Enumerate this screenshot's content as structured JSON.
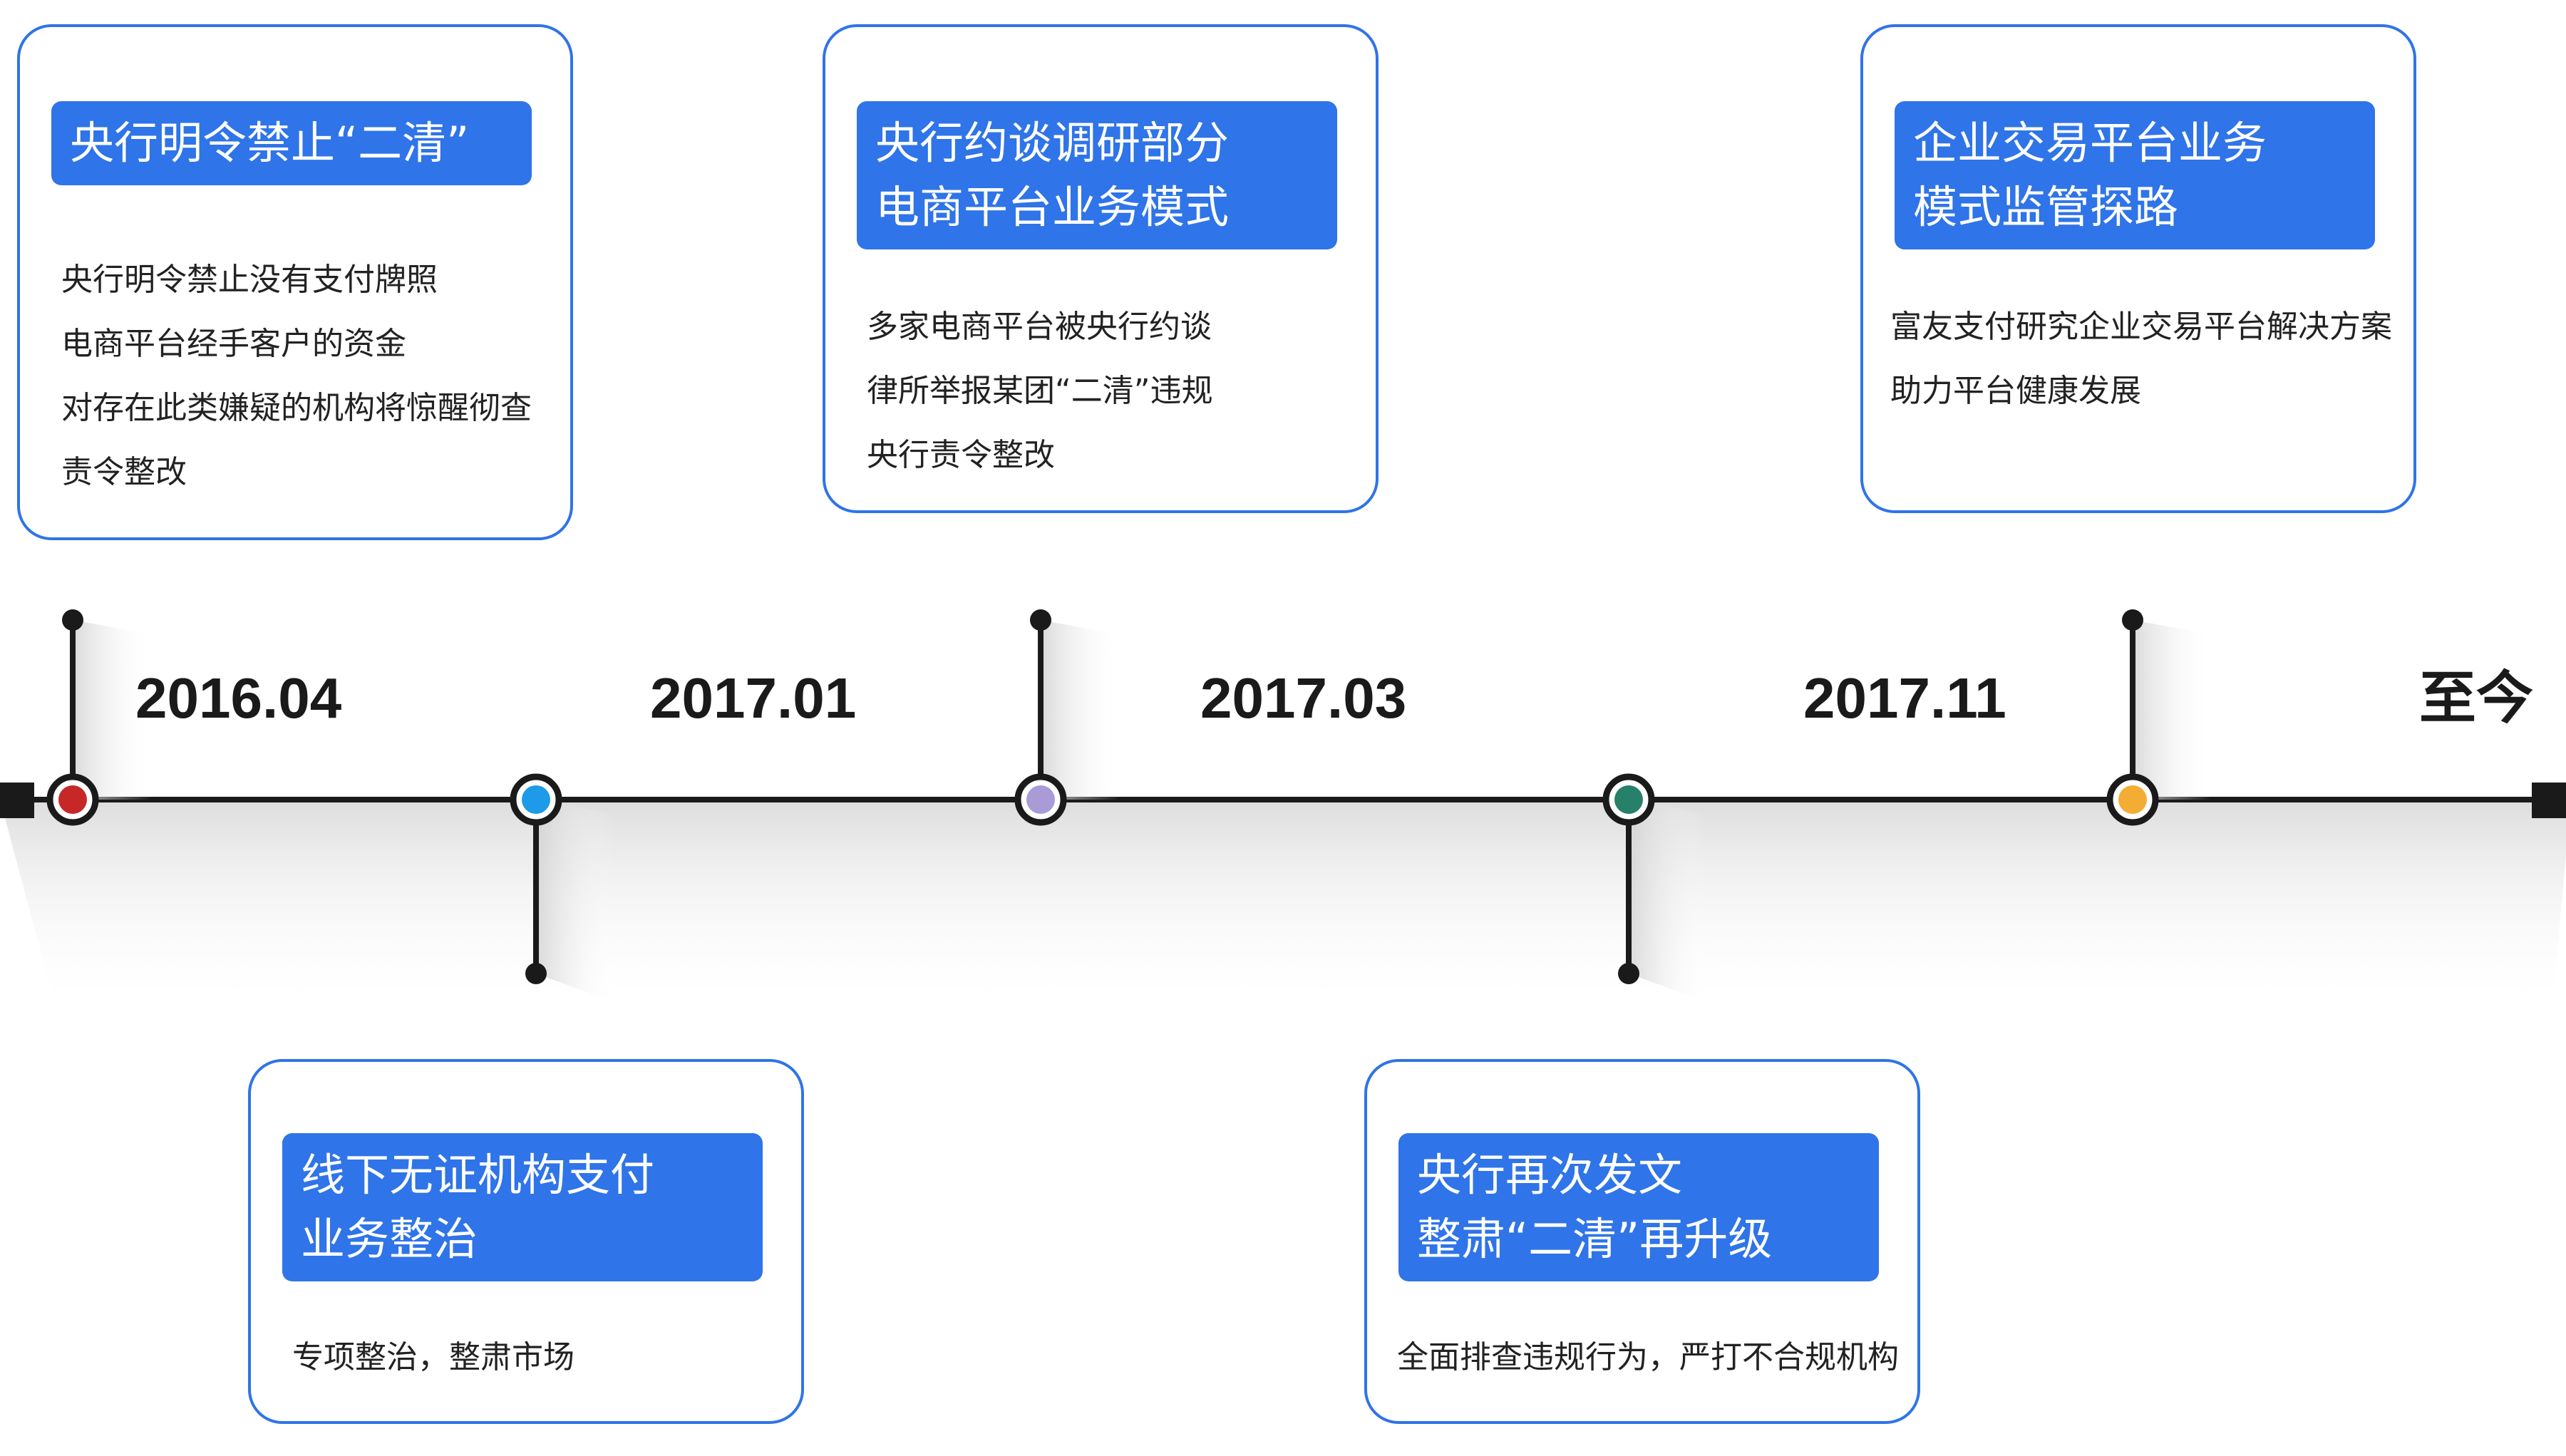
{
  "timeline": {
    "dates": [
      "2016.04",
      "2017.01",
      "2017.03",
      "2017.11",
      "至今"
    ],
    "node_colors": [
      "#c62828",
      "#1e9be8",
      "#a99bd6",
      "#26806a",
      "#f3ad35"
    ],
    "line_color": "#1a1a1a"
  },
  "cards": [
    {
      "title": "央行明令禁止“二清”",
      "lines": [
        "央行明令禁止没有支付牌照",
        "电商平台经手客户的资金",
        "对存在此类嫌疑的机构将惊醒彻查",
        "责令整改"
      ]
    },
    {
      "title": "线下无证机构支付\n业务整治",
      "lines": [
        "专项整治，整肃市场"
      ]
    },
    {
      "title": "央行约谈调研部分\n电商平台业务模式",
      "lines": [
        "多家电商平台被央行约谈",
        "律所举报某团“二清”违规",
        "央行责令整改"
      ]
    },
    {
      "title": "央行再次发文\n整肃“二清”再升级",
      "lines": [
        "全面排查违规行为，严打不合规机构"
      ]
    },
    {
      "title": "企业交易平台业务\n模式监管探路",
      "lines": [
        "富友支付研究企业交易平台解决方案",
        "助力平台健康发展"
      ]
    }
  ]
}
